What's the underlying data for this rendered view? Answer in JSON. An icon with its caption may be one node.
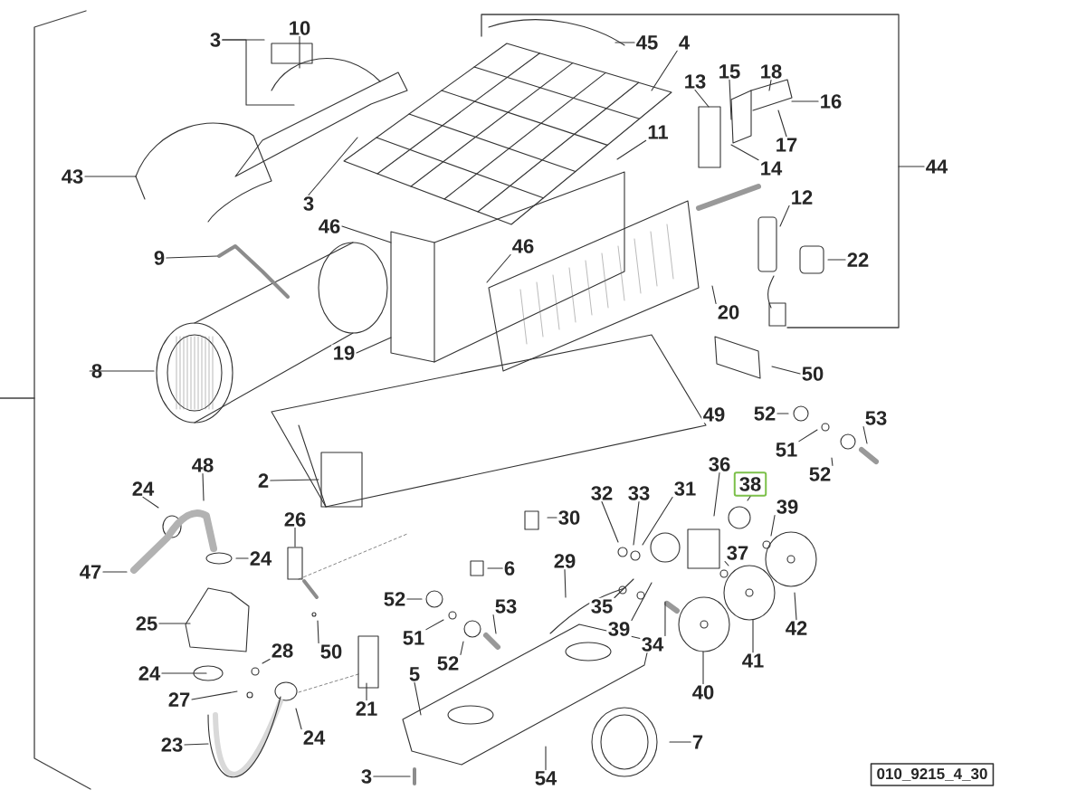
{
  "diagram": {
    "nodes": [
      {
        "text": [
          "3"
        ]
      },
      {
        "text": [
          "10"
        ]
      },
      {
        "text": [
          "45"
        ]
      },
      {
        "text": [
          "4"
        ]
      },
      {
        "text": [
          "13"
        ]
      },
      {
        "text": [
          "15"
        ]
      },
      {
        "text": [
          "18"
        ]
      },
      {
        "text": [
          "16"
        ]
      },
      {
        "text": [
          "17"
        ]
      },
      {
        "text": [
          "14"
        ]
      },
      {
        "text": [
          "11"
        ]
      },
      {
        "text": [
          "43"
        ]
      },
      {
        "text": [
          "3"
        ]
      },
      {
        "text": [
          "46"
        ]
      },
      {
        "text": [
          "46"
        ]
      },
      {
        "text": [
          "9"
        ]
      },
      {
        "text": [
          "12"
        ]
      },
      {
        "text": [
          "22"
        ]
      },
      {
        "text": [
          "20"
        ]
      },
      {
        "text": [
          "19"
        ]
      },
      {
        "text": [
          "8"
        ]
      },
      {
        "text": [
          "50"
        ]
      },
      {
        "text": [
          "49"
        ]
      },
      {
        "text": [
          "52"
        ]
      },
      {
        "text": [
          "53"
        ]
      },
      {
        "text": [
          "51"
        ]
      },
      {
        "text": [
          "52"
        ]
      },
      {
        "text": [
          "2"
        ]
      },
      {
        "text": [
          "48"
        ]
      },
      {
        "text": [
          "24"
        ]
      },
      {
        "text": [
          "36"
        ]
      },
      {
        "text": [
          "38"
        ]
      },
      {
        "text": [
          "39"
        ]
      },
      {
        "text": [
          "32"
        ]
      },
      {
        "text": [
          "33"
        ]
      },
      {
        "text": [
          "31"
        ]
      },
      {
        "text": [
          "30"
        ]
      },
      {
        "text": [
          "26"
        ]
      },
      {
        "text": [
          "24"
        ]
      },
      {
        "text": [
          "47"
        ]
      },
      {
        "text": [
          "6"
        ]
      },
      {
        "text": [
          "29"
        ]
      },
      {
        "text": [
          "25"
        ]
      },
      {
        "text": [
          "52"
        ]
      },
      {
        "text": [
          "37"
        ]
      },
      {
        "text": [
          "35"
        ]
      },
      {
        "text": [
          "39"
        ]
      },
      {
        "text": [
          "34"
        ]
      },
      {
        "text": [
          "50"
        ]
      },
      {
        "text": [
          "28"
        ]
      },
      {
        "text": [
          "51"
        ]
      },
      {
        "text": [
          "53"
        ]
      },
      {
        "text": [
          "52"
        ]
      },
      {
        "text": [
          "24"
        ]
      },
      {
        "text": [
          "27"
        ]
      },
      {
        "text": [
          "21"
        ]
      },
      {
        "text": [
          "5"
        ]
      },
      {
        "text": [
          "40"
        ]
      },
      {
        "text": [
          "41"
        ]
      },
      {
        "text": [
          "42"
        ]
      },
      {
        "text": [
          "23"
        ]
      },
      {
        "text": [
          "24"
        ]
      },
      {
        "text": [
          "7"
        ]
      },
      {
        "text": [
          "3"
        ]
      },
      {
        "text": [
          "54"
        ]
      },
      {
        "text": [
          "44"
        ]
      },
      {
        "text": [
          "010_9215_4_30"
        ]
      }
    ],
    "edges": [
      {
        "from": 0,
        "to": null,
        "arrow": "none"
      },
      {
        "from": 0,
        "to": null,
        "arrow": "none"
      },
      {
        "from": 1,
        "to": null,
        "arrow": "none"
      },
      {
        "from": 2,
        "to": null,
        "arrow": "none"
      },
      {
        "from": 3,
        "to": null,
        "arrow": "none"
      },
      {
        "from": 4,
        "to": null,
        "arrow": "none"
      },
      {
        "from": 5,
        "to": null,
        "arrow": "none"
      },
      {
        "from": 6,
        "to": null,
        "arrow": "none"
      },
      {
        "from": 7,
        "to": null,
        "arrow": "none"
      },
      {
        "from": 8,
        "to": null,
        "arrow": "none"
      },
      {
        "from": 9,
        "to": null,
        "arrow": "none"
      },
      {
        "from": 10,
        "to": null,
        "arrow": "none"
      },
      {
        "from": 11,
        "to": null,
        "arrow": "none"
      },
      {
        "from": 12,
        "to": null,
        "arrow": "none"
      },
      {
        "from": 13,
        "to": null,
        "arrow": "none"
      },
      {
        "from": 14,
        "to": null,
        "arrow": "none"
      },
      {
        "from": 15,
        "to": null,
        "arrow": "none"
      },
      {
        "from": 16,
        "to": null,
        "arrow": "none"
      },
      {
        "from": 17,
        "to": null,
        "arrow": "none"
      },
      {
        "from": 18,
        "to": null,
        "arrow": "none"
      },
      {
        "from": 19,
        "to": null,
        "arrow": "none"
      },
      {
        "from": 20,
        "to": null,
        "arrow": "none"
      },
      {
        "from": 21,
        "to": null,
        "arrow": "none"
      },
      {
        "from": 23,
        "to": null,
        "arrow": "none"
      },
      {
        "from": 24,
        "to": null,
        "arrow": "none"
      },
      {
        "from": 25,
        "to": null,
        "arrow": "none"
      },
      {
        "from": 26,
        "to": null,
        "arrow": "none"
      },
      {
        "from": 27,
        "to": null,
        "arrow": "none"
      },
      {
        "from": 28,
        "to": null,
        "arrow": "none"
      },
      {
        "from": 29,
        "to": null,
        "arrow": "none"
      },
      {
        "from": 30,
        "to": null,
        "arrow": "none"
      },
      {
        "from": 31,
        "to": null,
        "arrow": "none"
      },
      {
        "from": 32,
        "to": null,
        "arrow": "none"
      },
      {
        "from": 33,
        "to": null,
        "arrow": "none"
      },
      {
        "from": 34,
        "to": null,
        "arrow": "none"
      },
      {
        "from": 35,
        "to": null,
        "arrow": "none"
      },
      {
        "from": 36,
        "to": null,
        "arrow": "none"
      },
      {
        "from": 37,
        "to": null,
        "arrow": "none"
      },
      {
        "from": 38,
        "to": null,
        "arrow": "none"
      },
      {
        "from": 39,
        "to": null,
        "arrow": "none"
      },
      {
        "from": 40,
        "to": null,
        "arrow": "none"
      },
      {
        "from": 41,
        "to": null,
        "arrow": "none"
      },
      {
        "from": 42,
        "to": null,
        "arrow": "none"
      },
      {
        "from": 43,
        "to": null,
        "arrow": "none"
      },
      {
        "from": 44,
        "to": null,
        "arrow": "none"
      },
      {
        "from": 45,
        "to": null,
        "arrow": "none"
      },
      {
        "from": 46,
        "to": null,
        "arrow": "none"
      },
      {
        "from": 47,
        "to": null,
        "arrow": "none"
      },
      {
        "from": 48,
        "to": null,
        "arrow": "none"
      },
      {
        "from": 49,
        "to": null,
        "arrow": "none"
      },
      {
        "from": 50,
        "to": null,
        "arrow": "none"
      },
      {
        "from": 51,
        "to": null,
        "arrow": "none"
      },
      {
        "from": 52,
        "to": null,
        "arrow": "none"
      },
      {
        "from": 53,
        "to": null,
        "arrow": "none"
      },
      {
        "from": 54,
        "to": null,
        "arrow": "none"
      },
      {
        "from": 55,
        "to": null,
        "arrow": "none"
      },
      {
        "from": 56,
        "to": null,
        "arrow": "none"
      },
      {
        "from": 57,
        "to": null,
        "arrow": "none"
      },
      {
        "from": 58,
        "to": null,
        "arrow": "none"
      },
      {
        "from": 59,
        "to": null,
        "arrow": "none"
      },
      {
        "from": 60,
        "to": null,
        "arrow": "none"
      },
      {
        "from": 61,
        "to": null,
        "arrow": "none"
      },
      {
        "from": 62,
        "to": null,
        "arrow": "none"
      },
      {
        "from": 63,
        "to": null,
        "arrow": "none"
      },
      {
        "from": 64,
        "to": null,
        "arrow": "none"
      },
      {
        "from": 65,
        "to": null,
        "arrow": "none"
      }
    ]
  }
}
